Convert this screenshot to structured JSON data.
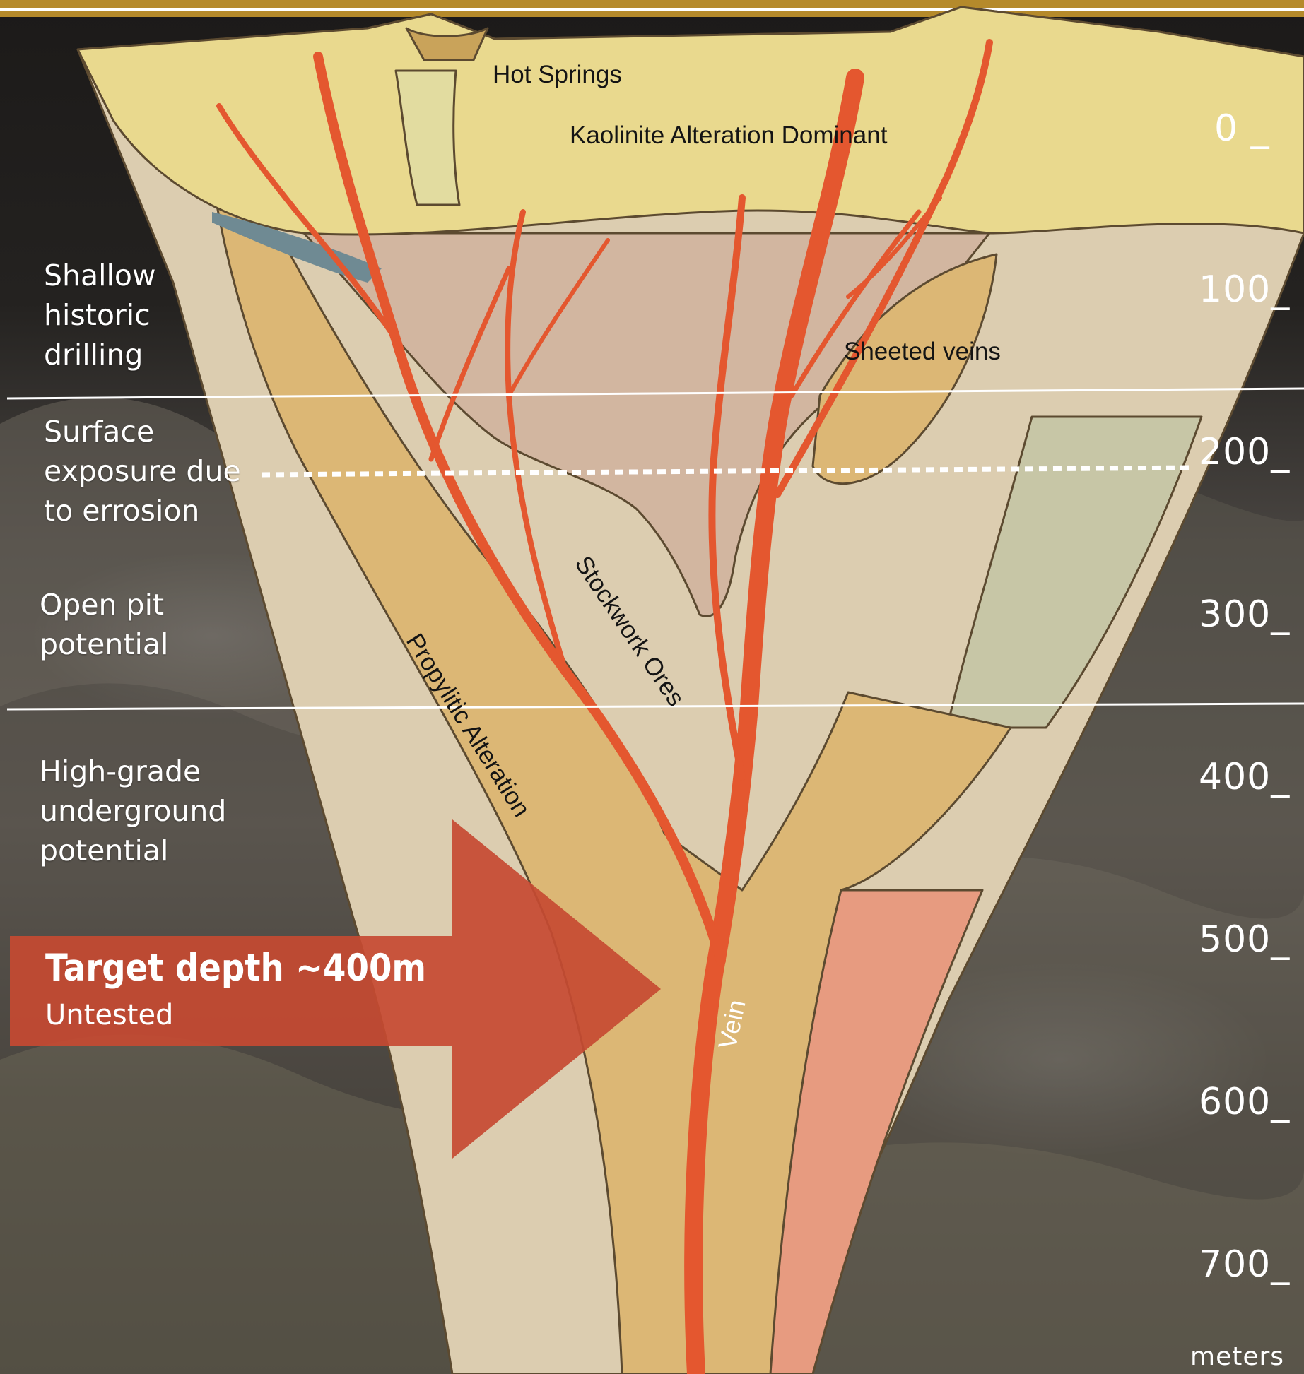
{
  "colors": {
    "header_gold": "#b58a2b",
    "arrow_red": "#c64a32",
    "vein_orange": "#e4572f",
    "kaolinite_yellow": "#e9d98e",
    "propylitic_tan": "#dccdb0",
    "stockwork_gold": "#dcb775",
    "potassic_salmon": "#e79b80",
    "silica_green": "#c7c6a6",
    "argillic_pink": "#d2b6a0"
  },
  "zones": [
    {
      "lines": [
        "Shallow",
        "historic",
        "drilling"
      ]
    },
    {
      "lines": [
        "Surface",
        "exposure due",
        "to errosion"
      ]
    },
    {
      "lines": [
        "Open pit",
        "potential"
      ]
    },
    {
      "lines": [
        "High-grade",
        "underground",
        "potential"
      ]
    }
  ],
  "depth_scale": {
    "ticks": [
      "0 _",
      "100_",
      "200_",
      "300_",
      "400_",
      "500_",
      "600_",
      "700_"
    ],
    "unit": "meters"
  },
  "labels": {
    "hot_springs": "Hot Springs",
    "kaolinite": "Kaolinite Alteration Dominant",
    "sheeted_veins": "Sheeted veins",
    "stockwork": "Stockwork Ores",
    "propylitic": "Propylitic Alteration",
    "vein": "Vein"
  },
  "target": {
    "title": "Target depth ~400m",
    "subtitle": "Untested"
  }
}
